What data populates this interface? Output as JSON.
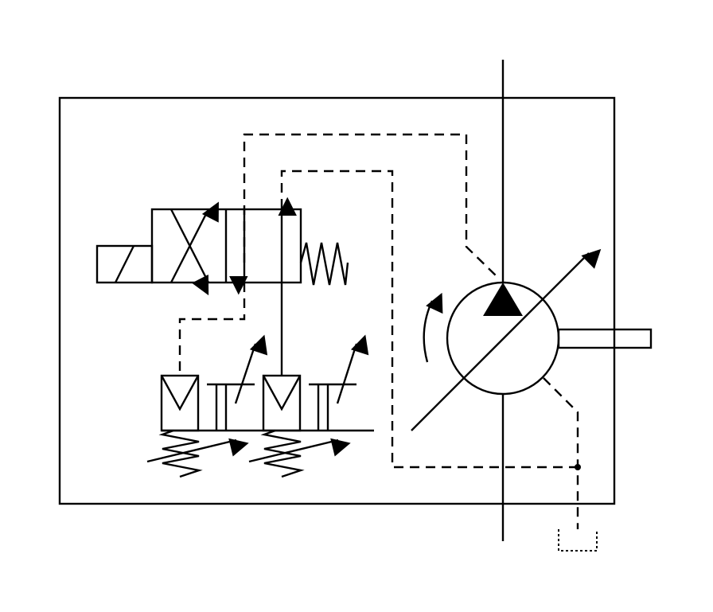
{
  "diagram": {
    "type": "hydraulic-schematic",
    "components": [
      "solenoid-valve",
      "spring",
      "check-valve",
      "adjustable-orifice",
      "variable-pump",
      "tank"
    ],
    "colors": {
      "line": "#000000",
      "background": "#ffffff"
    }
  }
}
